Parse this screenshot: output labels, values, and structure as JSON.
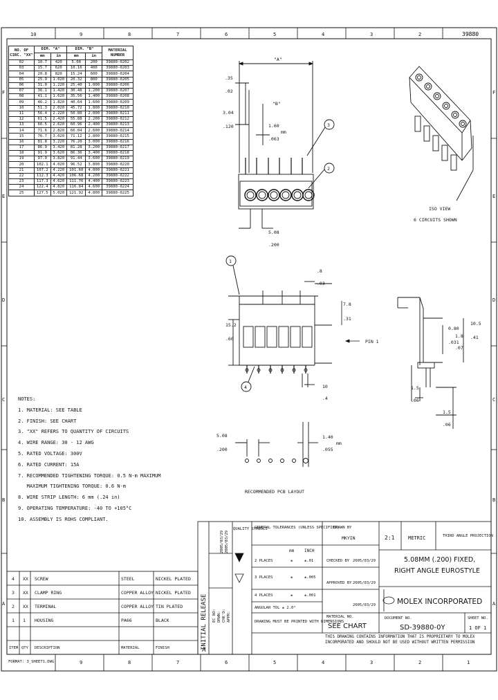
{
  "doc_id_top": "39880",
  "zone_columns": [
    "10",
    "9",
    "8",
    "7",
    "6",
    "5",
    "4",
    "3",
    "2",
    "1"
  ],
  "zone_rows": [
    "F",
    "E",
    "D",
    "C",
    "B",
    "A"
  ],
  "table": {
    "headers": [
      "NO. OF CIRC. \"XX\"",
      "DIM. \"A\"",
      "DIM. \"B\"",
      "MATERIAL NUMBER"
    ],
    "subheaders": [
      "mm",
      "in",
      "mm",
      "in"
    ],
    "rows": [
      [
        "02",
        "10.7",
        "420",
        "5.08",
        "200",
        "39880-0202"
      ],
      [
        "03",
        "15.7",
        "620",
        "10.16",
        "400",
        "39880-0203"
      ],
      [
        "04",
        "20.8",
        "820",
        "15.24",
        "600",
        "39880-0204"
      ],
      [
        "05",
        "25.9",
        "1.020",
        "20.32",
        "800",
        "39880-0205"
      ],
      [
        "06",
        "31.0",
        "1.220",
        "25.40",
        "1.000",
        "39880-0206"
      ],
      [
        "07",
        "36.1",
        "1.420",
        "30.48",
        "1.200",
        "39880-0207"
      ],
      [
        "08",
        "41.1",
        "1.620",
        "35.56",
        "1.400",
        "39880-0208"
      ],
      [
        "09",
        "46.2",
        "1.820",
        "40.64",
        "1.600",
        "39880-0209"
      ],
      [
        "10",
        "51.3",
        "2.020",
        "45.72",
        "1.800",
        "39880-0210"
      ],
      [
        "11",
        "56.4",
        "2.220",
        "50.80",
        "2.000",
        "39880-0211"
      ],
      [
        "12",
        "61.5",
        "2.420",
        "55.88",
        "2.200",
        "39880-0212"
      ],
      [
        "13",
        "66.5",
        "2.620",
        "60.96",
        "2.400",
        "39880-0213"
      ],
      [
        "14",
        "71.6",
        "2.820",
        "66.04",
        "2.600",
        "39880-0214"
      ],
      [
        "15",
        "76.7",
        "3.020",
        "71.12",
        "2.800",
        "39880-0215"
      ],
      [
        "16",
        "81.8",
        "3.220",
        "76.20",
        "3.000",
        "39880-0216"
      ],
      [
        "17",
        "86.9",
        "3.420",
        "81.28",
        "3.200",
        "39880-0217"
      ],
      [
        "18",
        "91.9",
        "3.620",
        "86.36",
        "3.400",
        "39880-0218"
      ],
      [
        "19",
        "97.0",
        "3.820",
        "91.44",
        "3.600",
        "39880-0219"
      ],
      [
        "20",
        "102.1",
        "4.020",
        "96.52",
        "3.800",
        "39880-0220"
      ],
      [
        "21",
        "107.2",
        "4.220",
        "101.60",
        "4.000",
        "39880-0221"
      ],
      [
        "22",
        "112.3",
        "4.420",
        "106.68",
        "4.200",
        "39880-0222"
      ],
      [
        "23",
        "117.3",
        "4.620",
        "111.76",
        "4.400",
        "39880-0223"
      ],
      [
        "24",
        "122.4",
        "4.820",
        "116.84",
        "4.600",
        "39880-0224"
      ],
      [
        "25",
        "127.5",
        "5.020",
        "121.92",
        "4.800",
        "39880-0225"
      ]
    ]
  },
  "views": {
    "dim_a": "\"A\"",
    "dim_b": "\"B\"",
    "d_35": ".35",
    "d_02": ".02",
    "d_3_04": "3.04",
    "d_120": ".120",
    "d_1_60": "1.60",
    "d_063": ".063",
    "d_5_08": "5.08",
    "d_200": ".200",
    "d_8": ".8",
    "d_03": ".03",
    "d_7_8": "7.8",
    "d_31": ".31",
    "d_15_2": "15.2",
    "d_60": ".60",
    "pin_label": "PIN 1",
    "d_10_5": "10.5",
    "d_41": ".41",
    "d_0_80": "0.80",
    "d_031": ".031",
    "d_1_8": "1.8",
    "d_07": ".07",
    "d_1_5": "1.5",
    "d_06": ".06",
    "d_10": "10",
    "d_4": ".4",
    "d_1_40": "1.40",
    "d_055": ".055",
    "callout_1": "1",
    "callout_2": "2",
    "callout_3": "3",
    "callout_4": "4",
    "iso_label": "ISO VIEW",
    "iso_sub": "6 CIRCUITS SHOWN",
    "pcb_label": "RECOMMENDED PCB LAYOUT",
    "mm_label": "mm",
    "in_label": "in"
  },
  "notes": {
    "title": "NOTES:",
    "items": [
      "1. MATERIAL: SEE TABLE",
      "2. FINISH: SEE CHART",
      "3. \"XX\" REFERS TO QUANTITY OF CIRCUITS",
      "4. WIRE RANGE: 30 - 12 AWG",
      "5. RATED VOLTAGE: 300V",
      "6. RATED CURRENT: 15A",
      "7. RECOMMENDED TIGHTENING TORQUE: 0.5 N-m MAXIMUM",
      "   MAXIMUM TIGHTENING TORQUE: 0.6 N-m",
      "8. WIRE STRIP LENGTH: 6 mm (.24 in)",
      "9. OPERATING TEMPERATURE: -40 TO +105°C",
      "10. ASSEMBLY IS ROHS COMPLIANT."
    ]
  },
  "bom": {
    "rows": [
      [
        "4",
        "XX",
        "SCREW",
        "STEEL",
        "NICKEL PLATED"
      ],
      [
        "3",
        "XX",
        "CLAMP RING",
        "COPPER ALLOY",
        "NICKEL PLATED"
      ],
      [
        "2",
        "XX",
        "TERMINAL",
        "COPPER ALLOY",
        "TIN PLATED"
      ],
      [
        "1",
        "1",
        "HOUSING",
        "PA66",
        "BLACK"
      ]
    ],
    "header": [
      "ITEM",
      "QTY",
      "DESCRIPTION",
      "MATERIAL",
      "FINISH"
    ]
  },
  "title_block": {
    "revision_label": "INITIAL RELEASE",
    "rev_letter": "A",
    "rev_entries": [
      "EC NO:",
      "DRWN:",
      "CHK'D:",
      "APPR:"
    ],
    "quality_symbols": "QUALITY SYMBOLS",
    "general_tol": "GENERAL TOLERANCES (UNLESS SPECIFIED)",
    "tol_mm": "mm",
    "tol_inch": "INCH",
    "tol_rows": [
      "2 PLACES",
      "3 PLACES",
      "4 PLACES",
      "ANGULAR TOL ± 2.0°"
    ],
    "tol_vals_mm": [
      "±",
      "±",
      "±"
    ],
    "tol_vals_in": [
      "±.01",
      "±.005",
      "±.001"
    ],
    "drawn_by": "DRAWN BY",
    "drawn_name": "MKYIN",
    "checked_by": "CHECKED BY",
    "approved_by": "APPROVED BY",
    "date_vals": [
      "2005/03/29",
      "2005/03/29",
      "2005/03/29"
    ],
    "scale": "2:1",
    "units": "METRIC",
    "projection": "THIRD ANGLE PROJECTION",
    "title_line1": "5.08MM (.200) FIXED,",
    "title_line2": "RIGHT ANGLE EUROSTYLE",
    "company": "MOLEX INCORPORATED",
    "doc_label": "DOCUMENT NO.",
    "doc_no": "SD-39880-0Y",
    "sheet_label": "SHEET NO.",
    "sheet": "1 OF 1",
    "material_no_label": "MATERIAL NO.",
    "material_no": "SEE CHART",
    "drawing_note": "DRAWING MUST BE PRINTED WITH DIMENSIONS",
    "proprietary": "THIS DRAWING CONTAINS INFORMATION THAT IS PROPRIETARY TO MOLEX INCORPORATED AND SHOULD NOT BE USED WITHOUT WRITTEN PERMISSION",
    "bottom_left": "FORMAT: 3_SHEET1.DWG"
  }
}
